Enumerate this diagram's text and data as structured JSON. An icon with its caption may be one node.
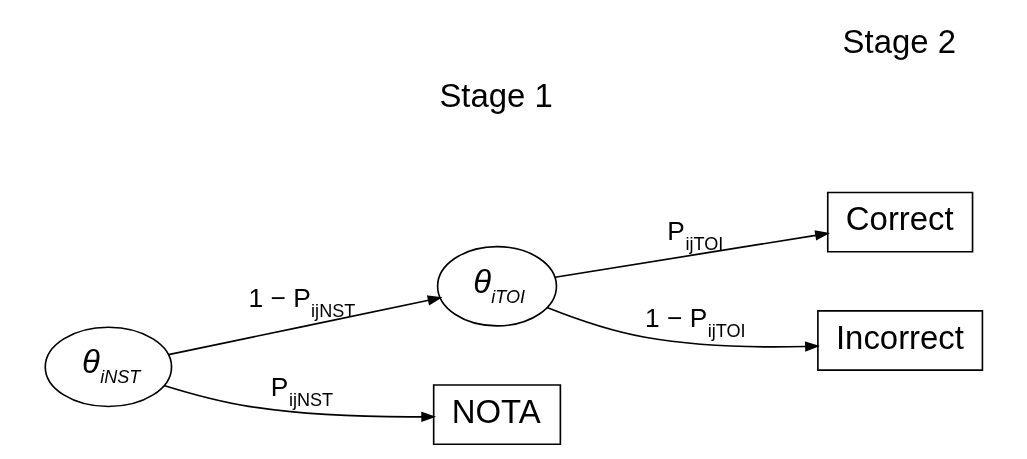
{
  "diagram": {
    "nodes": [
      {
        "text": [
          "θ$_{iNST}$"
        ]
      },
      {
        "text": [
          "θ$_{iTOI}$"
        ]
      },
      {
        "text": [
          "Correct"
        ]
      },
      {
        "text": [
          "Incorrect"
        ]
      },
      {
        "text": [
          "NOTA"
        ]
      }
    ],
    "edges": [
      {
        "from": 0,
        "to": 1,
        "arrow": "to",
        "label": "1 − P$_{ijNST}$"
      },
      {
        "from": 0,
        "to": 4,
        "arrow": "to",
        "label": "P$_{ijNST}$"
      },
      {
        "from": 1,
        "to": 2,
        "arrow": "to",
        "label": "P$_{ijTOI}$"
      },
      {
        "from": 1,
        "to": 3,
        "arrow": "to",
        "label": "1 − P$_{ijTOI}$"
      }
    ],
    "labels": [
      "Stage 1",
      "Stage 2"
    ]
  }
}
